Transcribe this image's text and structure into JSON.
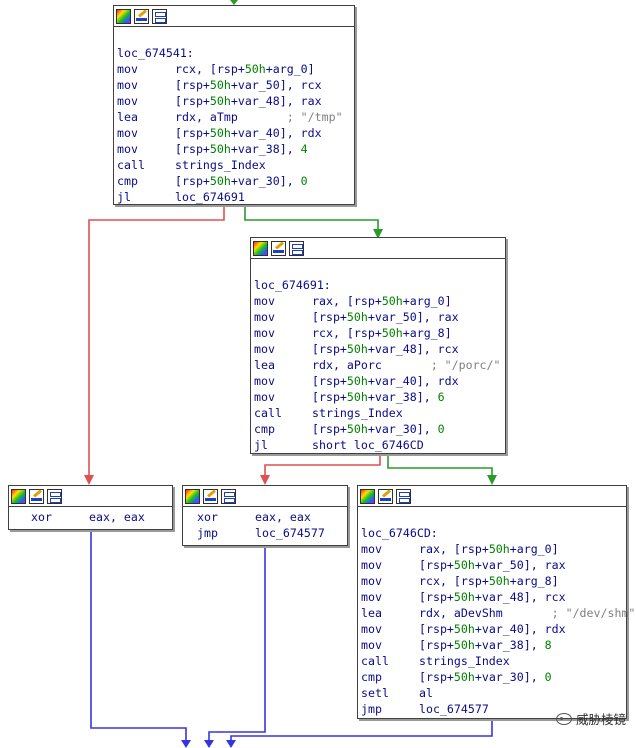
{
  "colors": {
    "true_edge": "#2c9a2c",
    "false_edge": "#e05050",
    "jump_edge": "#3535e0",
    "mnemonic": "#0a0a8c",
    "number": "#008000",
    "comment": "#7f7f7f"
  },
  "toolbar_icons": [
    "node-colors-icon",
    "rename-icon",
    "graph-overview-icon"
  ],
  "blocks": {
    "b1": {
      "label": "loc_674541:",
      "lines": [
        {
          "m": "mov",
          "o": "rcx, [rsp+50h+arg_0]"
        },
        {
          "m": "mov",
          "o": "[rsp+50h+var_50], rcx"
        },
        {
          "m": "mov",
          "o": "[rsp+50h+var_48], rax"
        },
        {
          "m": "lea",
          "o": "rdx, aTmp",
          "c": "; \"/tmp\""
        },
        {
          "m": "mov",
          "o": "[rsp+50h+var_40], rdx"
        },
        {
          "m": "mov",
          "o": "[rsp+50h+var_38], 4"
        },
        {
          "m": "call",
          "o": "strings_Index"
        },
        {
          "m": "cmp",
          "o": "[rsp+50h+var_30], 0"
        },
        {
          "m": "jl",
          "o": "loc_674691"
        }
      ]
    },
    "b2": {
      "label": "loc_674691:",
      "lines": [
        {
          "m": "mov",
          "o": "rax, [rsp+50h+arg_0]"
        },
        {
          "m": "mov",
          "o": "[rsp+50h+var_50], rax"
        },
        {
          "m": "mov",
          "o": "rcx, [rsp+50h+arg_8]"
        },
        {
          "m": "mov",
          "o": "[rsp+50h+var_48], rcx"
        },
        {
          "m": "lea",
          "o": "rdx, aPorc",
          "c": "; \"/porc/\""
        },
        {
          "m": "mov",
          "o": "[rsp+50h+var_40], rdx"
        },
        {
          "m": "mov",
          "o": "[rsp+50h+var_38], 6"
        },
        {
          "m": "call",
          "o": "strings_Index"
        },
        {
          "m": "cmp",
          "o": "[rsp+50h+var_30], 0"
        },
        {
          "m": "jl",
          "o": "short loc_6746CD"
        }
      ]
    },
    "b3": {
      "label": "",
      "lines": [
        {
          "m": "xor",
          "o": "eax, eax"
        }
      ]
    },
    "b4": {
      "label": "",
      "lines": [
        {
          "m": "xor",
          "o": "eax, eax"
        },
        {
          "m": "jmp",
          "o": "loc_674577"
        }
      ]
    },
    "b5": {
      "label": "loc_6746CD:",
      "lines": [
        {
          "m": "mov",
          "o": "rax, [rsp+50h+arg_0]"
        },
        {
          "m": "mov",
          "o": "[rsp+50h+var_50], rax"
        },
        {
          "m": "mov",
          "o": "rcx, [rsp+50h+arg_8]"
        },
        {
          "m": "mov",
          "o": "[rsp+50h+var_48], rcx"
        },
        {
          "m": "lea",
          "o": "rdx, aDevShm",
          "c": "; \"/dev/shm\""
        },
        {
          "m": "mov",
          "o": "[rsp+50h+var_40], rdx"
        },
        {
          "m": "mov",
          "o": "[rsp+50h+var_38], 8"
        },
        {
          "m": "call",
          "o": "strings_Index"
        },
        {
          "m": "cmp",
          "o": "[rsp+50h+var_30], 0"
        },
        {
          "m": "setl",
          "o": "al"
        },
        {
          "m": "jmp",
          "o": "loc_674577"
        }
      ]
    }
  },
  "watermark": {
    "text": "威胁棱镜",
    "icon": "wechat-icon"
  }
}
